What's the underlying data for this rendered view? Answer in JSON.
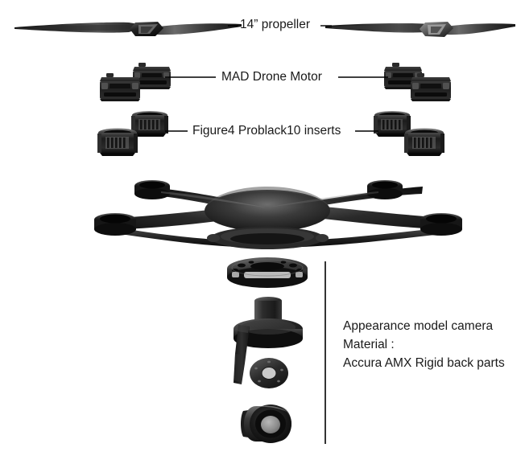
{
  "diagram": {
    "title": "Drone assembly exploded view",
    "background_color": "#ffffff",
    "text_color": "#1a1a1a",
    "leader_line_color": "#000000"
  },
  "callouts": {
    "propeller": {
      "label": "14” propeller"
    },
    "motor": {
      "label": "MAD Drone Motor"
    },
    "inserts": {
      "label": "Figure4 Problack10 inserts"
    },
    "camera": {
      "line1": "Appearance model camera",
      "line2": "Material :",
      "line3": "Accura AMX Rigid back parts"
    }
  },
  "parts": {
    "propeller_left": "propeller-blade-assembly",
    "propeller_right": "propeller-blade-assembly",
    "motors": [
      "drone-motor-block",
      "drone-motor-block",
      "drone-motor-block",
      "drone-motor-block"
    ],
    "inserts": [
      "problack-insert",
      "problack-insert",
      "problack-insert",
      "problack-insert"
    ],
    "frame": "drone-frame-body",
    "camera_stack": [
      "camera-mount-plate",
      "gimbal-post-assembly",
      "gimbal-washer-ring",
      "camera-lens-module"
    ]
  }
}
